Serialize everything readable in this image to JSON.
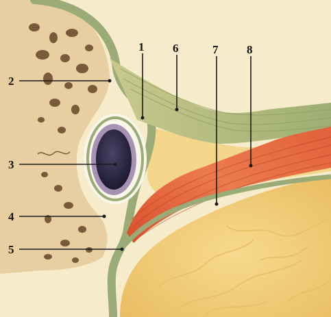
{
  "callouts": [
    {
      "id": "1",
      "label": "1"
    },
    {
      "id": "2",
      "label": "2"
    },
    {
      "id": "3",
      "label": "3"
    },
    {
      "id": "4",
      "label": "4"
    },
    {
      "id": "5",
      "label": "5"
    },
    {
      "id": "6",
      "label": "6"
    },
    {
      "id": "7",
      "label": "7"
    },
    {
      "id": "8",
      "label": "8"
    }
  ],
  "colors": {
    "background": "#f6eccb",
    "bone": "#e7cfa4",
    "bone_pore": "#7a5a3a",
    "membrane": "#9bab7a",
    "muscle": "#e0623a",
    "tendon": "#b9c08a",
    "fat_tissue": "#f2cf7c",
    "vessel_ring": "#a892b4",
    "vessel_lumen": "#2a2540"
  }
}
